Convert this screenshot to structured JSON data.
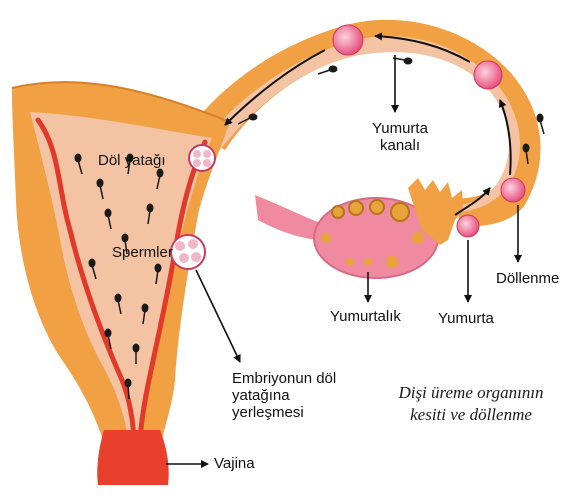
{
  "labels": {
    "uterus": "Döl yatağı",
    "sperm": "Spermler",
    "tube_line1": "Yumurta",
    "tube_line2": "kanalı",
    "ovary": "Yumurtalık",
    "egg": "Yumurta",
    "fertilization": "Döllenme",
    "implant_line1": "Embriyonun döl",
    "implant_line2": "yatağına",
    "implant_line3": "yerleşmesi",
    "vagina": "Vajina"
  },
  "caption": {
    "line1": "Dişi üreme organının",
    "line2": "kesiti ve döllenme"
  },
  "colors": {
    "tissue": "#f1a043",
    "tissue_dark": "#d9802a",
    "cavity": "#f3c3a3",
    "lining": "#e23a2a",
    "vagina": "#e8402c",
    "ovary": "#ef8aa0",
    "cell": "#e8507e",
    "sperm": "#1a1a1a"
  }
}
